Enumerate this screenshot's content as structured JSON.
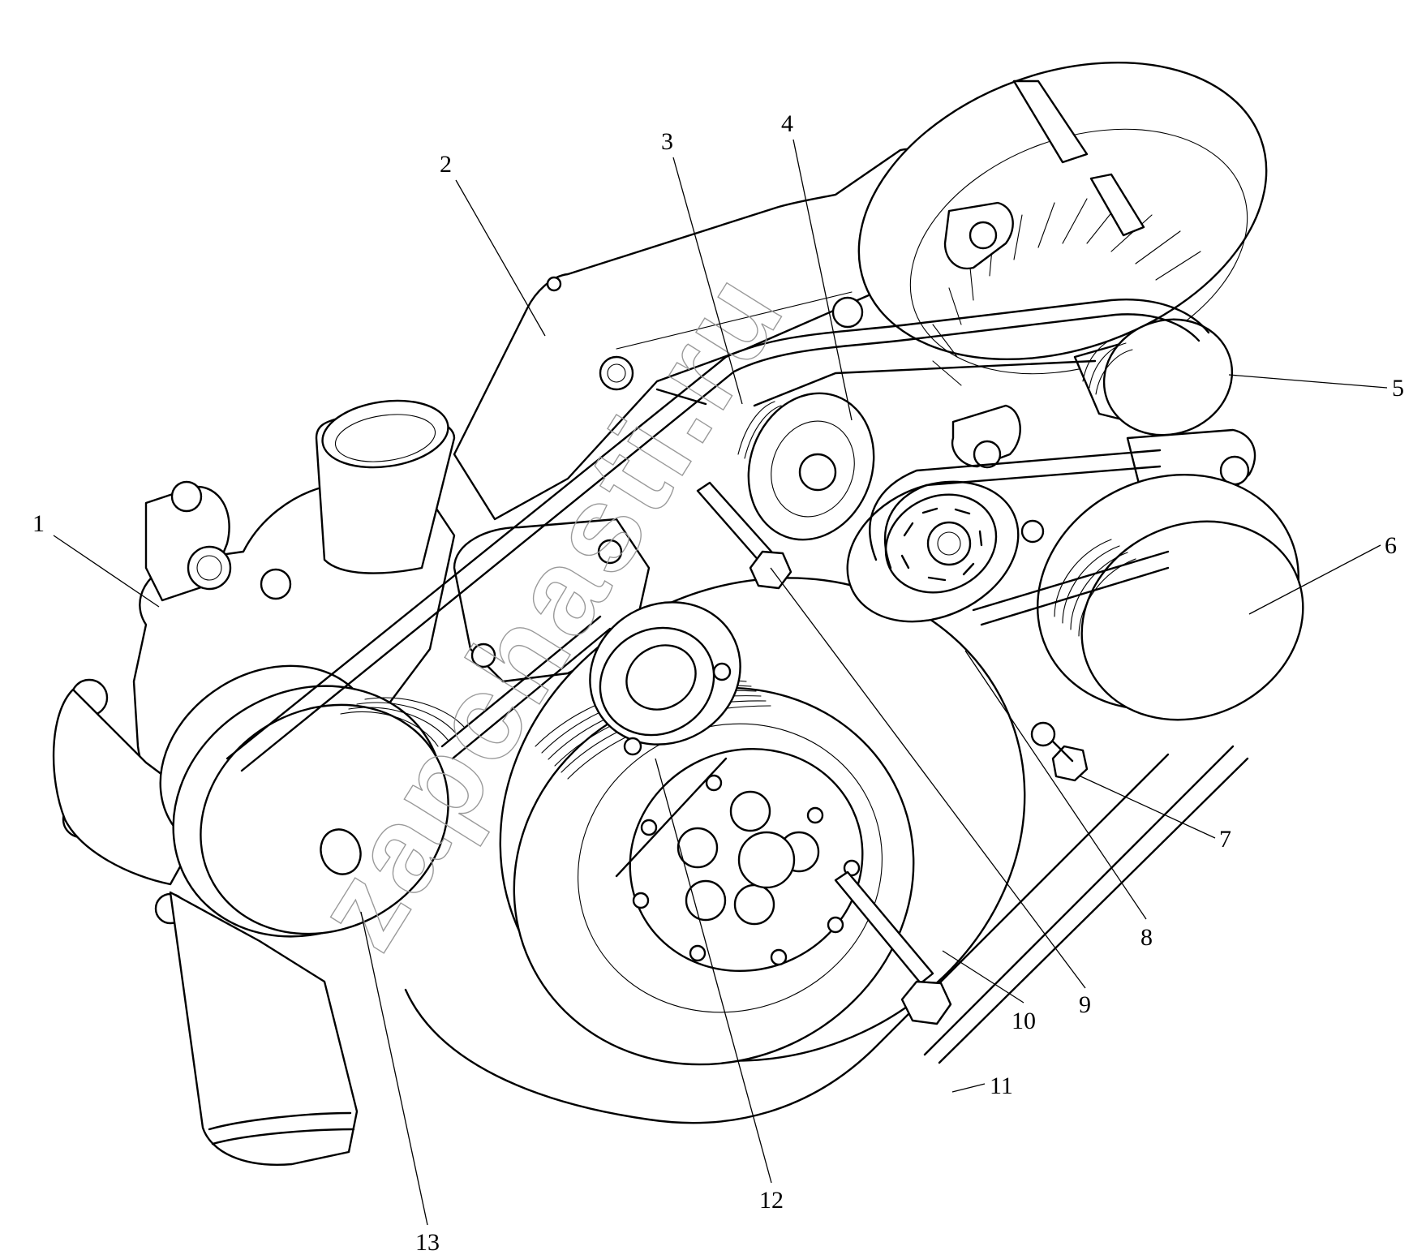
{
  "callouts": [
    {
      "id": "1",
      "text": "1"
    },
    {
      "id": "2",
      "text": "2"
    },
    {
      "id": "3",
      "text": "3"
    },
    {
      "id": "4",
      "text": "4"
    },
    {
      "id": "5",
      "text": "5"
    },
    {
      "id": "6",
      "text": "6"
    },
    {
      "id": "7",
      "text": "7"
    },
    {
      "id": "8",
      "text": "8"
    },
    {
      "id": "9",
      "text": "9"
    },
    {
      "id": "10",
      "text": "10"
    },
    {
      "id": "11",
      "text": "11"
    },
    {
      "id": "12",
      "text": "12"
    },
    {
      "id": "13",
      "text": "13"
    }
  ],
  "watermark": {
    "text": "zapchasti.ru"
  },
  "colors": {
    "line": "#000000",
    "background": "#ffffff",
    "watermark": "#9a9a9a"
  }
}
